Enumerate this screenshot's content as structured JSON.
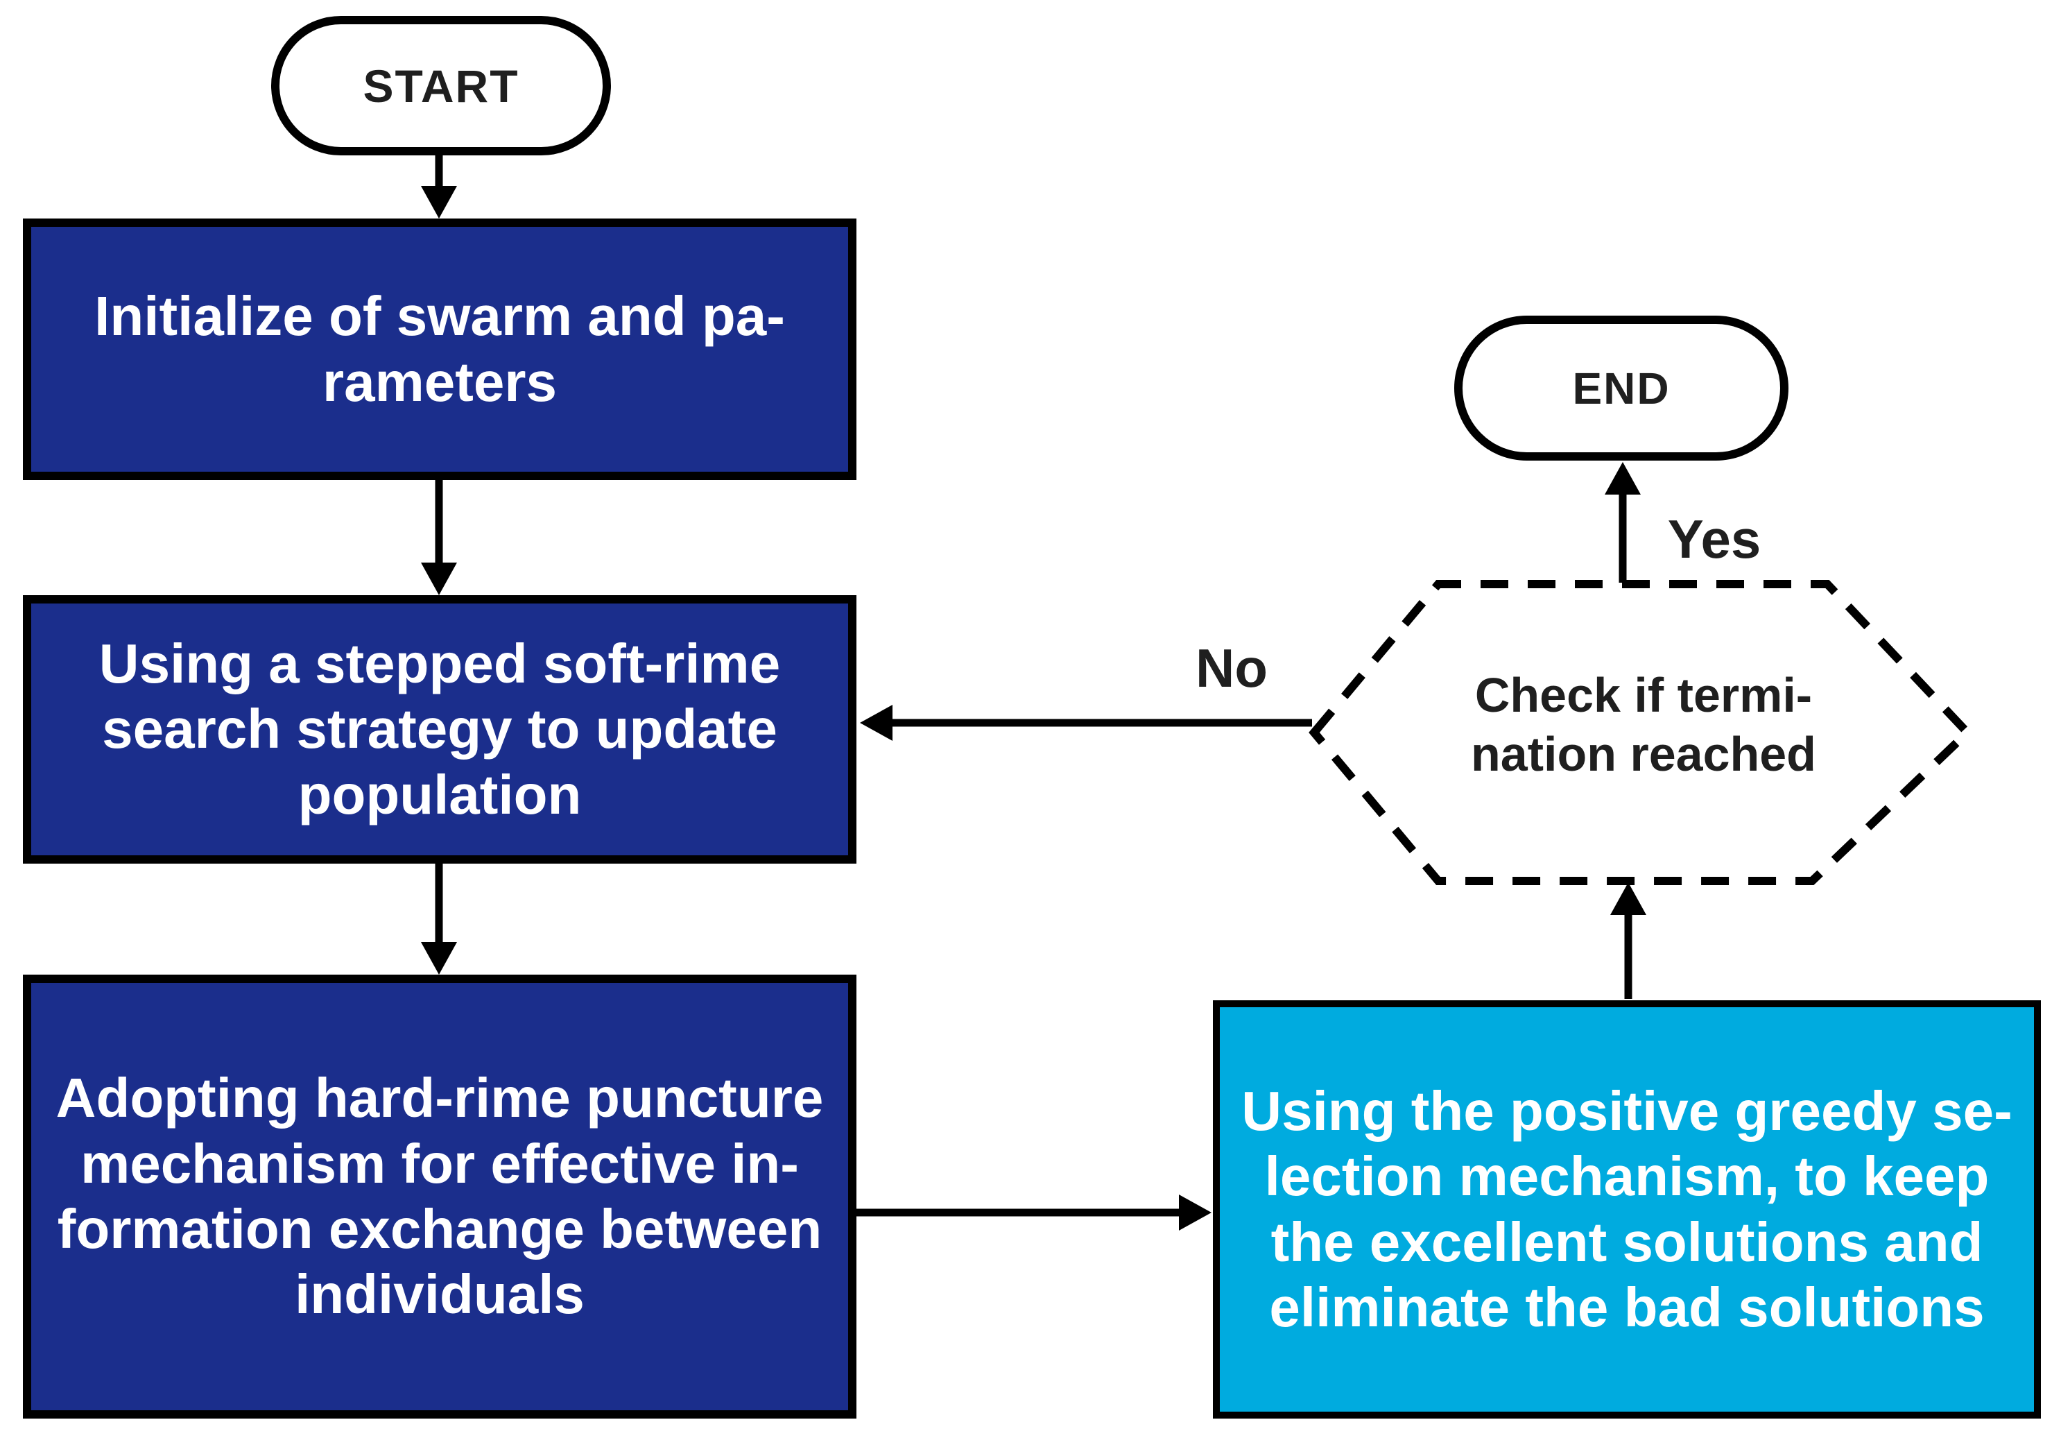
{
  "flowchart": {
    "start": {
      "label": "START"
    },
    "end": {
      "label": "END"
    },
    "boxes": {
      "initialize": {
        "text": "Initialize of swarm and pa-\nrameters"
      },
      "soft_rime": {
        "text": "Using a stepped soft-rime\nsearch strategy to update\npopulation"
      },
      "hard_rime": {
        "text": "Adopting hard-rime puncture\nmechanism for effective in-\nformation exchange between\nindividuals"
      },
      "greedy_selection": {
        "text": "Using the positive greedy se-\nlection mechanism, to keep\nthe excellent solutions and\neliminate the bad solutions"
      }
    },
    "decision": {
      "text": "Check if termi-\nnation reached"
    },
    "edge_labels": {
      "no": "No",
      "yes": "Yes"
    },
    "colors": {
      "dark_blue": "#1B2E8C",
      "cyan": "#00ABDF",
      "outline": "#000000",
      "text_on_blue": "#FFFFFF",
      "text_dark": "#1F1F1F"
    }
  }
}
